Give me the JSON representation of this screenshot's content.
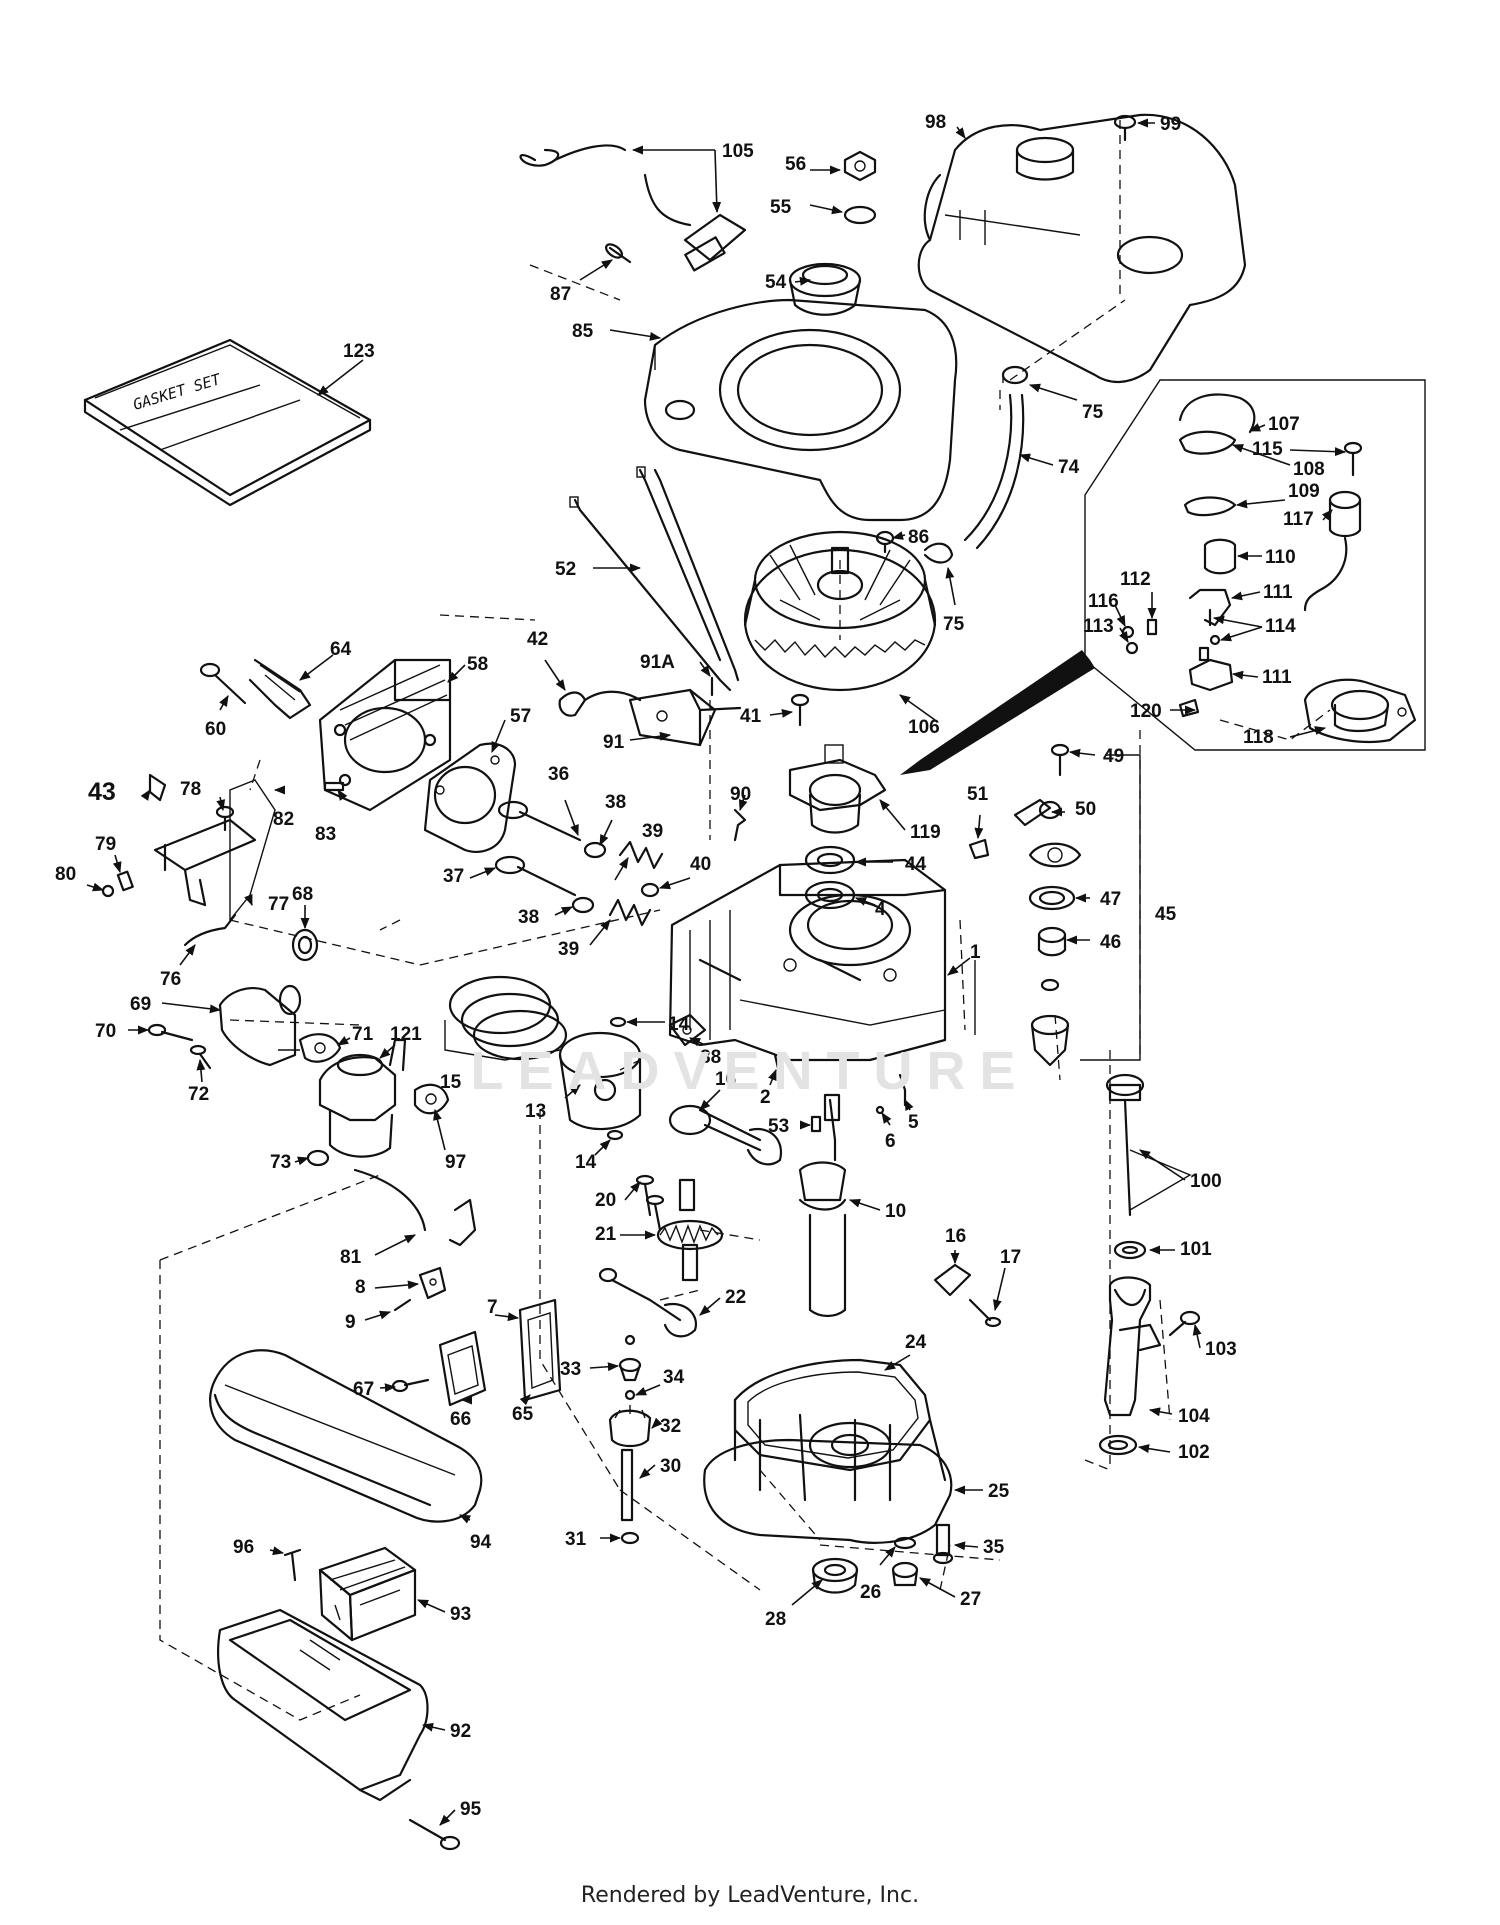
{
  "watermark": "LEADVENTURE",
  "footer": "Rendered by LeadVenture, Inc.",
  "gasket_set_label": "GASKET SET",
  "labels": [
    {
      "id": "105",
      "text": "105"
    },
    {
      "id": "56",
      "text": "56"
    },
    {
      "id": "55",
      "text": "55"
    },
    {
      "id": "98",
      "text": "98"
    },
    {
      "id": "99",
      "text": "99"
    },
    {
      "id": "87",
      "text": "87"
    },
    {
      "id": "54",
      "text": "54"
    },
    {
      "id": "123",
      "text": "123"
    },
    {
      "id": "85",
      "text": "85"
    },
    {
      "id": "75a",
      "text": "75"
    },
    {
      "id": "74",
      "text": "74"
    },
    {
      "id": "107",
      "text": "107"
    },
    {
      "id": "115",
      "text": "115"
    },
    {
      "id": "108",
      "text": "108"
    },
    {
      "id": "109",
      "text": "109"
    },
    {
      "id": "117",
      "text": "117"
    },
    {
      "id": "86",
      "text": "86"
    },
    {
      "id": "52",
      "text": "52"
    },
    {
      "id": "75b",
      "text": "75"
    },
    {
      "id": "110",
      "text": "110"
    },
    {
      "id": "112",
      "text": "112"
    },
    {
      "id": "111a",
      "text": "111"
    },
    {
      "id": "116",
      "text": "116"
    },
    {
      "id": "113",
      "text": "113"
    },
    {
      "id": "114",
      "text": "114"
    },
    {
      "id": "64",
      "text": "64"
    },
    {
      "id": "58",
      "text": "58"
    },
    {
      "id": "42",
      "text": "42"
    },
    {
      "id": "91A",
      "text": "91A"
    },
    {
      "id": "111b",
      "text": "111"
    },
    {
      "id": "60",
      "text": "60"
    },
    {
      "id": "57",
      "text": "57"
    },
    {
      "id": "41",
      "text": "41"
    },
    {
      "id": "106",
      "text": "106"
    },
    {
      "id": "120",
      "text": "120"
    },
    {
      "id": "118",
      "text": "118"
    },
    {
      "id": "91",
      "text": "91"
    },
    {
      "id": "49",
      "text": "49"
    },
    {
      "id": "43",
      "text": "43"
    },
    {
      "id": "78",
      "text": "78"
    },
    {
      "id": "82",
      "text": "82"
    },
    {
      "id": "36",
      "text": "36"
    },
    {
      "id": "90",
      "text": "90"
    },
    {
      "id": "51",
      "text": "51"
    },
    {
      "id": "50",
      "text": "50"
    },
    {
      "id": "83",
      "text": "83"
    },
    {
      "id": "79",
      "text": "79"
    },
    {
      "id": "38a",
      "text": "38"
    },
    {
      "id": "119",
      "text": "119"
    },
    {
      "id": "39a",
      "text": "39"
    },
    {
      "id": "80",
      "text": "80"
    },
    {
      "id": "37",
      "text": "37"
    },
    {
      "id": "40",
      "text": "40"
    },
    {
      "id": "44",
      "text": "44"
    },
    {
      "id": "47",
      "text": "47"
    },
    {
      "id": "77",
      "text": "77"
    },
    {
      "id": "38b",
      "text": "38"
    },
    {
      "id": "4",
      "text": "4"
    },
    {
      "id": "45",
      "text": "45"
    },
    {
      "id": "68",
      "text": "68"
    },
    {
      "id": "39b",
      "text": "39"
    },
    {
      "id": "46",
      "text": "46"
    },
    {
      "id": "76",
      "text": "76"
    },
    {
      "id": "1",
      "text": "1"
    },
    {
      "id": "69",
      "text": "69"
    },
    {
      "id": "14a",
      "text": "14"
    },
    {
      "id": "71",
      "text": "71"
    },
    {
      "id": "121",
      "text": "121"
    },
    {
      "id": "70",
      "text": "70"
    },
    {
      "id": "88",
      "text": "88"
    },
    {
      "id": "15",
      "text": "15"
    },
    {
      "id": "72",
      "text": "72"
    },
    {
      "id": "16a",
      "text": "16"
    },
    {
      "id": "2",
      "text": "2"
    },
    {
      "id": "13",
      "text": "13"
    },
    {
      "id": "5",
      "text": "5"
    },
    {
      "id": "53",
      "text": "53"
    },
    {
      "id": "6",
      "text": "6"
    },
    {
      "id": "73",
      "text": "73"
    },
    {
      "id": "97",
      "text": "97"
    },
    {
      "id": "14b",
      "text": "14"
    },
    {
      "id": "100",
      "text": "100"
    },
    {
      "id": "20",
      "text": "20"
    },
    {
      "id": "10",
      "text": "10"
    },
    {
      "id": "21",
      "text": "21"
    },
    {
      "id": "101",
      "text": "101"
    },
    {
      "id": "81",
      "text": "81"
    },
    {
      "id": "16b",
      "text": "16"
    },
    {
      "id": "17",
      "text": "17"
    },
    {
      "id": "8",
      "text": "8"
    },
    {
      "id": "22",
      "text": "22"
    },
    {
      "id": "7",
      "text": "7"
    },
    {
      "id": "9",
      "text": "9"
    },
    {
      "id": "103",
      "text": "103"
    },
    {
      "id": "24",
      "text": "24"
    },
    {
      "id": "67",
      "text": "67"
    },
    {
      "id": "33",
      "text": "33"
    },
    {
      "id": "34",
      "text": "34"
    },
    {
      "id": "66",
      "text": "66"
    },
    {
      "id": "65",
      "text": "65"
    },
    {
      "id": "104",
      "text": "104"
    },
    {
      "id": "32",
      "text": "32"
    },
    {
      "id": "102",
      "text": "102"
    },
    {
      "id": "30",
      "text": "30"
    },
    {
      "id": "25",
      "text": "25"
    },
    {
      "id": "94",
      "text": "94"
    },
    {
      "id": "31",
      "text": "31"
    },
    {
      "id": "35",
      "text": "35"
    },
    {
      "id": "96",
      "text": "96"
    },
    {
      "id": "26",
      "text": "26"
    },
    {
      "id": "27",
      "text": "27"
    },
    {
      "id": "28",
      "text": "28"
    },
    {
      "id": "93",
      "text": "93"
    },
    {
      "id": "92",
      "text": "92"
    },
    {
      "id": "95",
      "text": "95"
    }
  ]
}
